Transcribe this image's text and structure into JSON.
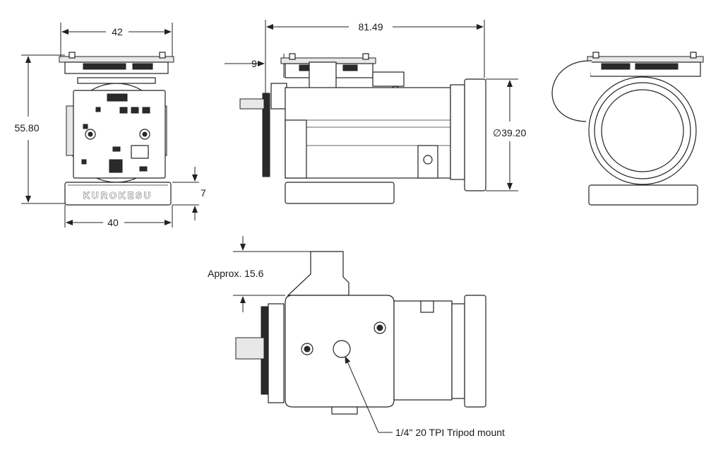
{
  "drawing": {
    "front_view": {
      "width_top": "42",
      "height": "55.80",
      "width_bottom": "40",
      "base_height": "7",
      "brand": "KUROKESU"
    },
    "side_view": {
      "length": "81.49",
      "offset": "9",
      "lens_diameter": "∅39.20"
    },
    "bottom_view": {
      "approx_height": "Approx. 15.6",
      "tripod_label": "1/4\" 20 TPI Tripod mount"
    }
  }
}
